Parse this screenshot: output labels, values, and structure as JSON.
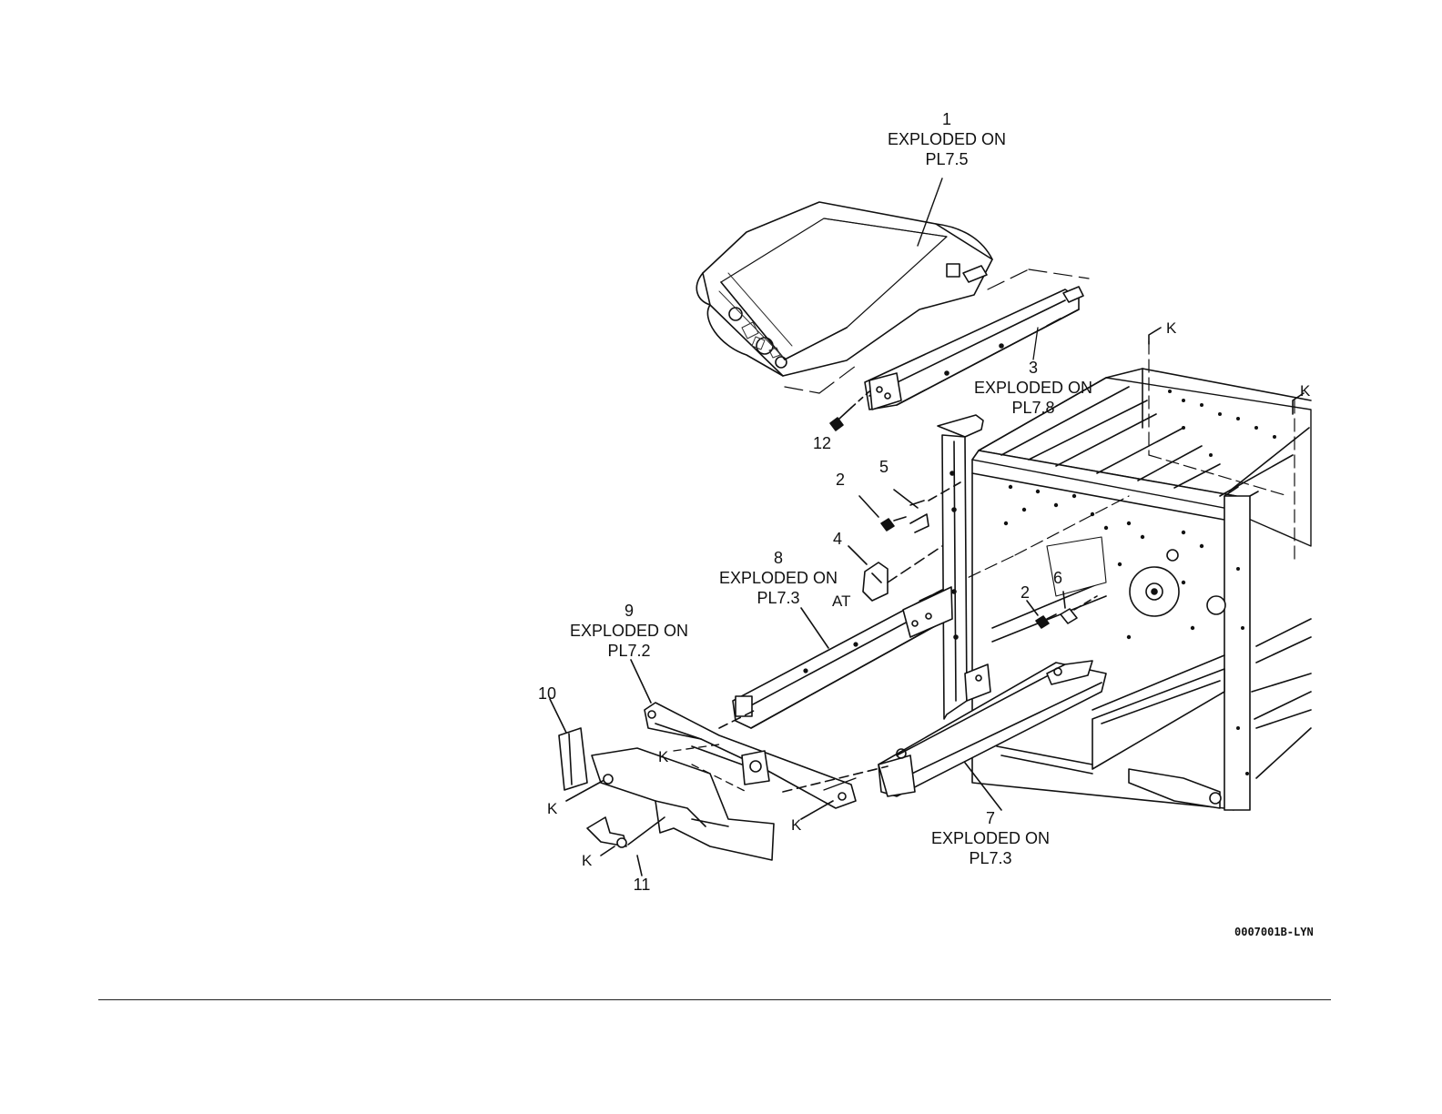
{
  "callouts": [
    {
      "num": "1",
      "line1": "EXPLODED ON",
      "line2": "PL7.5"
    },
    {
      "num": "3",
      "line1": "EXPLODED ON",
      "line2": "PL7.8"
    },
    {
      "num": "8",
      "line1": "EXPLODED ON",
      "line2": "PL7.3"
    },
    {
      "num": "9",
      "line1": "EXPLODED ON",
      "line2": "PL7.2"
    },
    {
      "num": "7",
      "line1": "EXPLODED ON",
      "line2": "PL7.3"
    }
  ],
  "parts": {
    "p12": "12",
    "p2a": "2",
    "p5": "5",
    "p4": "4",
    "p2b": "2",
    "p6": "6",
    "p10": "10",
    "p11": "11"
  },
  "markers": {
    "k": "K",
    "at": "AT"
  },
  "figure_code": "0007001B-LYN"
}
